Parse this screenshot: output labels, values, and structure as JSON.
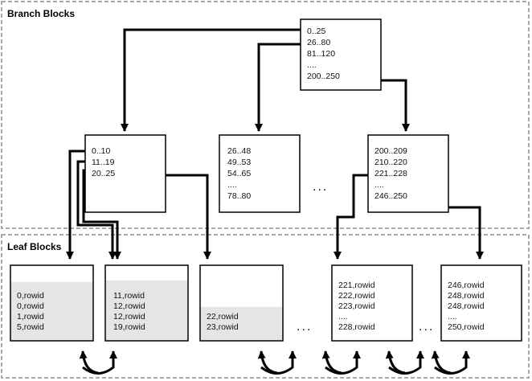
{
  "sections": {
    "branch_title": "Branch Blocks",
    "leaf_title": "Leaf Blocks"
  },
  "ellipsis": "...",
  "colors": {
    "line": "#000000",
    "section_border": "#a8a8a8",
    "leaf_fill": "#e5e5e5"
  },
  "branch": {
    "root": [
      "0..25",
      "26..80",
      "81..120",
      "....",
      "200..250"
    ],
    "left": [
      "0..10",
      "11..19",
      "20..25"
    ],
    "middle": [
      "26..48",
      "49..53",
      "54..65",
      "....",
      "78..80"
    ],
    "right": [
      "200..209",
      "210..220",
      "221..228",
      "....",
      "246..250"
    ]
  },
  "leaf": {
    "l1": {
      "fill": 0.78,
      "rows": [
        "0,rowid",
        "0,rowid",
        "1,rowid",
        "5,rowid"
      ]
    },
    "l2": {
      "fill": 0.8,
      "rows": [
        "11,rowid",
        "12,rowid",
        "12,rowid",
        "19,rowid"
      ]
    },
    "l3": {
      "fill": 0.45,
      "rows": [
        "22,rowid",
        "23,rowid"
      ]
    },
    "l4": {
      "fill": 0,
      "rows": [
        "221,rowid",
        "222,rowid",
        "223,rowid",
        "....",
        "228,rowid"
      ]
    },
    "l5": {
      "fill": 0,
      "rows": [
        "246,rowid",
        "248,rowid",
        "248,rowid",
        "....",
        "250,rowid"
      ]
    }
  }
}
